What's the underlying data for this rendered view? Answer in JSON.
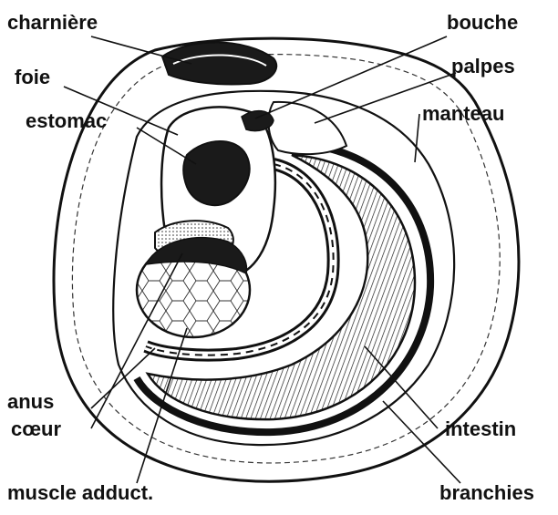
{
  "labels": {
    "charniere": "charnière",
    "foie": "foie",
    "estomac": "estomac",
    "bouche": "bouche",
    "palpes": "palpes",
    "manteau": "manteau",
    "anus": "anus",
    "coeur": "cœur",
    "muscle": "muscle adduct.",
    "intestin": "intestin",
    "branchies": "branchies"
  },
  "colors": {
    "ink": "#111111",
    "paper": "#ffffff",
    "organ_dark": "#1a1a1a",
    "gill_shade": "#cfcfcf"
  }
}
